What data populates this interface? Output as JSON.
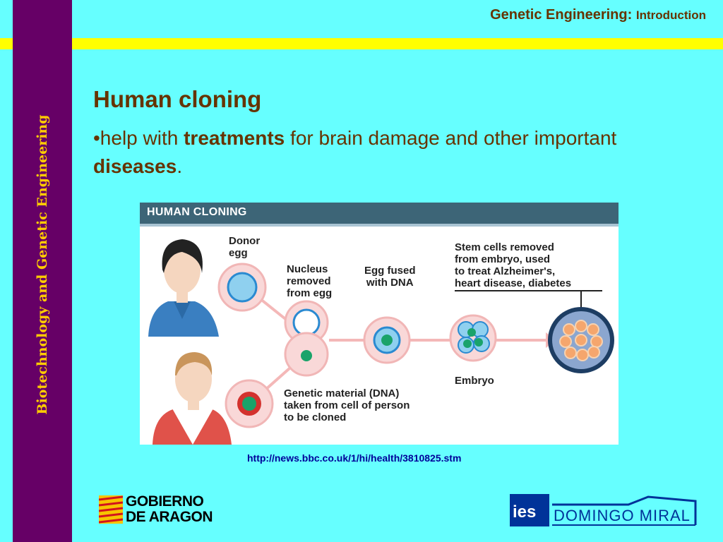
{
  "header": {
    "title": "Genetic Engineering:",
    "subtitle": "Introduction"
  },
  "sidebar": {
    "label": "Biotechnology and Genetic Engineering"
  },
  "slide": {
    "heading": "Human cloning",
    "bullet": {
      "prefix": "•help with ",
      "bold1": "treatments",
      "mid": " for brain damage and other important ",
      "bold2": "diseases",
      "suffix": "."
    }
  },
  "figure": {
    "title": "HUMAN CLONING",
    "labels": {
      "donor_line1": "Donor",
      "donor_line2": "egg",
      "nucleus_line1": "Nucleus",
      "nucleus_line2": "removed",
      "nucleus_line3": "from egg",
      "fused_line1": "Egg fused",
      "fused_line2": "with DNA",
      "stem_line1": "Stem cells removed",
      "stem_line2": "from embryo, used",
      "stem_line3": "to treat Alzheimer's,",
      "stem_line4": "heart disease, diabetes",
      "embryo": "Embryo",
      "dna_line1": "Genetic material (DNA)",
      "dna_line2": "taken from cell of person",
      "dna_line3": "to be cloned"
    }
  },
  "source": {
    "url": "http://news.bbc.co.uk/1/hi/health/3810825.stm"
  },
  "logos": {
    "gobierno_line1": "GOBIERNO",
    "gobierno_line2": "DE ARAGON",
    "ies_short": "ies",
    "ies_name": "DOMINGO MIRAL"
  },
  "colors": {
    "heading": "#663300",
    "sidebar": "#660066",
    "background": "#66ffff",
    "band": "#ffff00",
    "sidebar_text": "#ffcc00"
  }
}
